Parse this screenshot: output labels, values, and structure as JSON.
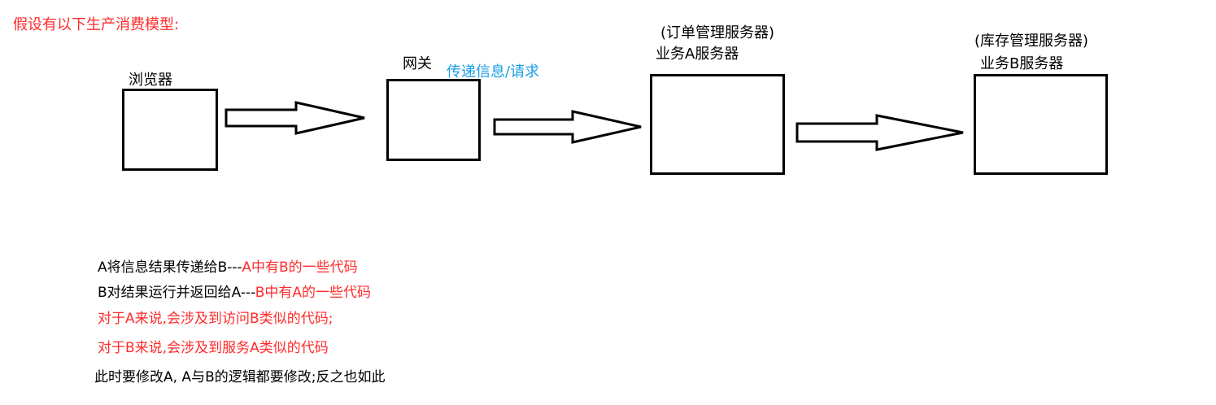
{
  "title": "假设有以下生产消费模型:",
  "nodes": {
    "browser": {
      "label": "浏览器"
    },
    "gateway": {
      "label": "网关",
      "note": "传递信息/请求"
    },
    "service_a": {
      "caption": "(订单管理服务器)",
      "label": "业务A服务器"
    },
    "service_b": {
      "caption": "(库存管理服务器)",
      "label": "业务B服务器"
    }
  },
  "notes": [
    {
      "black": "A将信息结果传递给B---",
      "red": "A中有B的一些代码"
    },
    {
      "black": "B对结果运行并返回给A---",
      "red": "B中有A的一些代码"
    },
    {
      "black": "",
      "red": "对于A来说,会涉及到访问B类似的代码;"
    },
    {
      "black": "",
      "red": "对于B来说,会涉及到服务A类似的代码"
    },
    {
      "black": "此时要修改A, A与B的逻辑都要修改;反之也如此",
      "red": ""
    }
  ],
  "colors": {
    "accent_red": "#ff2b2b",
    "accent_blue": "#1a9ee6",
    "stroke": "#000000"
  }
}
